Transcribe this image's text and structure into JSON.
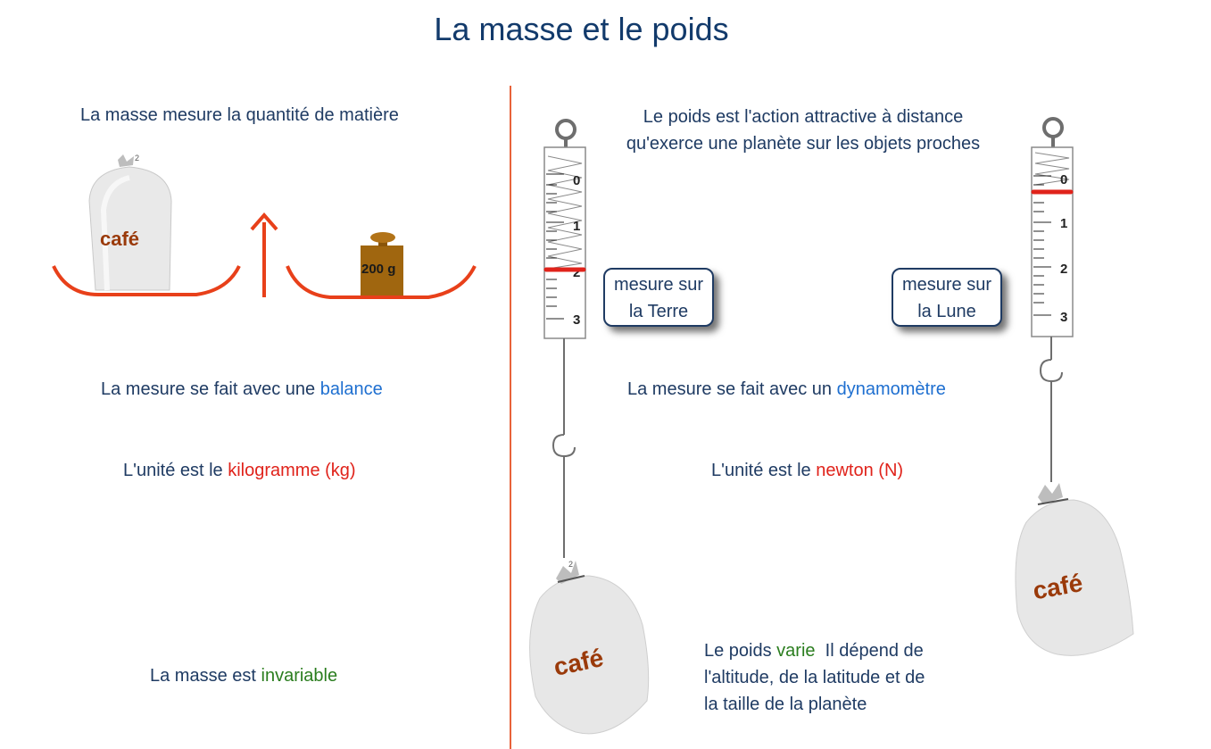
{
  "title": "La masse et le poids",
  "left": {
    "intro": "La masse mesure la quantité de matière",
    "bag_label": "café",
    "weight_label": "200 g",
    "instrument_prefix": "La mesure se fait avec une ",
    "instrument_name": "balance",
    "unit_prefix": "L'unité est le ",
    "unit_name": "kilogramme (kg)",
    "property_prefix": "La masse est ",
    "property_value": "invariable"
  },
  "right": {
    "intro_line1": "Le poids est l'action attractive à distance",
    "intro_line2": "qu'exerce une planète sur les objets proches",
    "callout_earth_line1": "mesure sur",
    "callout_earth_line2": "la Terre",
    "callout_moon_line1": "mesure sur",
    "callout_moon_line2": "la Lune",
    "instrument_prefix": "La mesure se fait avec un ",
    "instrument_name": "dynamomètre",
    "unit_prefix": "L'unité est le ",
    "unit_name": "newton (N)",
    "varies_prefix": "Le poids ",
    "varies_word": "varie",
    "varies_rest_line1": "  Il dépend de",
    "varies_line2": "l'altitude, de la latitude et de",
    "varies_line3": "la taille de la planète",
    "bag_label_earth": "café",
    "bag_label_moon": "café"
  },
  "dynamometer_earth": {
    "scale": [
      "0",
      "1",
      "2",
      "3"
    ],
    "reading": 2
  },
  "dynamometer_moon": {
    "scale": [
      "0",
      "1",
      "2",
      "3"
    ],
    "reading": 0.3
  },
  "colors": {
    "title": "#123a6b",
    "text": "#1f3b63",
    "accent_blue": "#1e6fd0",
    "accent_red": "#e0231b",
    "accent_green": "#2a7d1e",
    "bag_label": "#9a3a0a",
    "pan": "#e8401a",
    "weight": "#a0660f"
  }
}
